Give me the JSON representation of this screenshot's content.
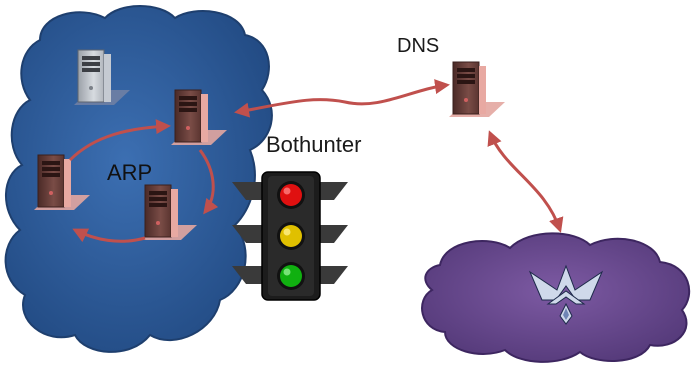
{
  "labels": {
    "dns": "DNS",
    "bothunter": "Bothunter",
    "arp": "ARP"
  },
  "colors": {
    "local_cloud": "#2f5d9a",
    "remote_cloud": "#6a4b8e",
    "arrow": "#c0504d",
    "tower_case": "#6b3f3a",
    "tower_base": "#e3a6a0",
    "light_red": "#e01010",
    "light_yellow": "#e0c000",
    "light_green": "#10b010"
  },
  "icons": {
    "host_machine": "server-tower-icon",
    "dns_server": "server-tower-icon",
    "traffic_light": "traffic-light-icon",
    "remote_emblem": "air-force-wings-icon"
  }
}
